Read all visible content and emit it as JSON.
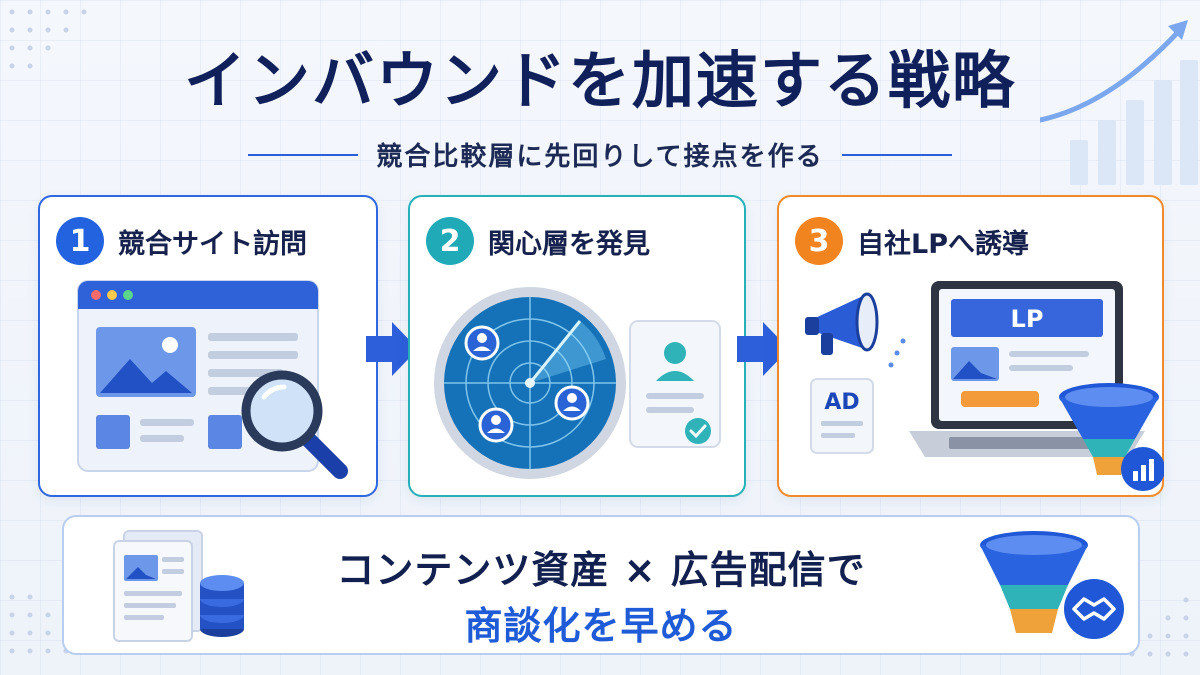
{
  "title": "インバウンドを加速する戦略",
  "subtitle": "競合比較層に先回りして接点を作る",
  "steps": [
    {
      "number": "1",
      "label": "競合サイト訪問"
    },
    {
      "number": "2",
      "label": "関心層を発見"
    },
    {
      "number": "3",
      "label": "自社LPへ誘導"
    }
  ],
  "lp_label": "LP",
  "ad_label": "AD",
  "bottom": {
    "line1": "コンテンツ資産 × 広告配信で",
    "line2": "商談化を早める"
  },
  "colors": {
    "primary": "#2363df",
    "teal": "#20aab7",
    "orange": "#f2841f",
    "navy": "#10205a"
  }
}
